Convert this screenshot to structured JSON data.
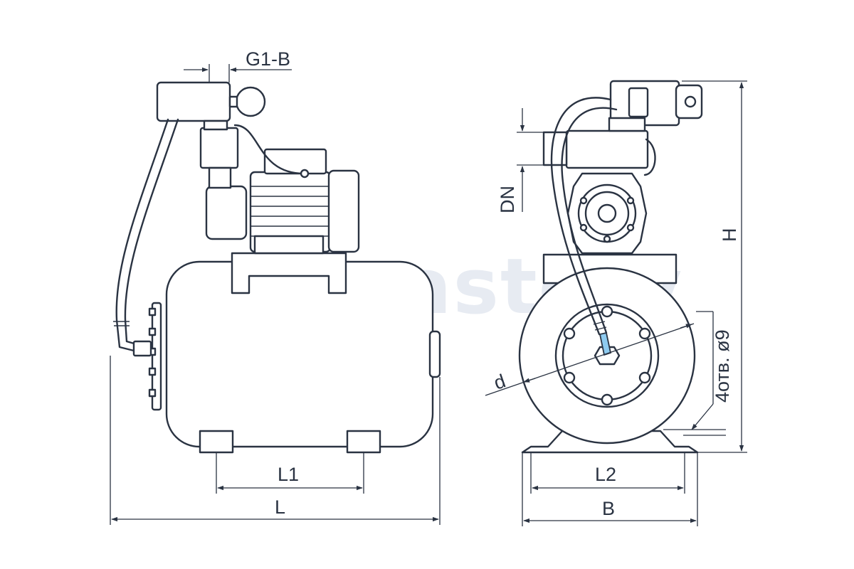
{
  "watermark": "Aquastory",
  "labels": {
    "g1b": "G1-B",
    "dn": "DN",
    "h": "H",
    "holes": "4отв. ø9",
    "d": "d",
    "l1": "L1",
    "l": "L",
    "l2": "L2",
    "b": "B"
  },
  "colors": {
    "line": "#2a3342",
    "background": "#ffffff",
    "watermark": "#e7ebf2",
    "nozzle": "#8ecbf0"
  }
}
